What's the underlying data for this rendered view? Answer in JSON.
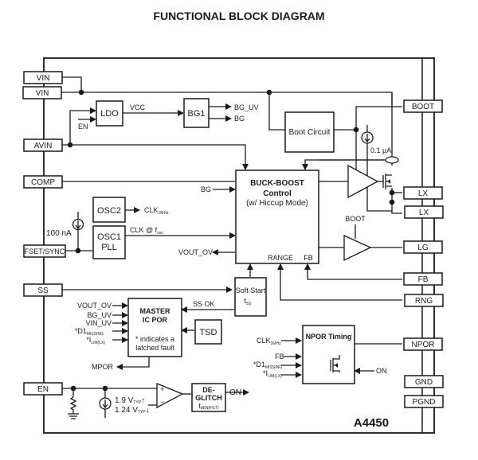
{
  "title": "FUNCTIONAL BLOCK DIAGRAM",
  "part_number": "A4450",
  "pins": {
    "vin1": "VIN",
    "vin2": "VIN",
    "avin": "AVIN",
    "comp": "COMP",
    "fset": "FSET/SYNC",
    "ss": "SS",
    "en": "EN",
    "boot": "BOOT",
    "lx1": "LX",
    "lx2": "LX",
    "lg": "LG",
    "fb": "FB",
    "rng": "RNG",
    "npor": "NPOR",
    "gnd": "GND",
    "pgnd": "PGND"
  },
  "blocks": {
    "ldo": "LDO",
    "bg1": "BG1",
    "boot_circuit": "Boot Circuit",
    "osc2": "OSC2",
    "osc1_line1": "OSC1",
    "osc1_line2": "PLL",
    "buck_boost_line1": "BUCK-BOOST",
    "buck_boost_line2": "Control",
    "buck_boost_line3": "(w/ Hiccup Mode)",
    "soft_start_line1": "Soft Start",
    "soft_start_sym": "t",
    "soft_start_sub": "SS",
    "master_line1": "MASTER",
    "master_line2": "IC POR",
    "master_note1": "* indicates a",
    "master_note2": "latched fault",
    "tsd": "TSD",
    "npor_timing": "NPOR Timing",
    "deglitch_line1": "DE-",
    "deglitch_line2": "GLITCH",
    "deglitch_sym": "t",
    "deglitch_sub": "dEN(FILT)"
  },
  "signals": {
    "vcc": "VCC",
    "en_ldo": "EN",
    "bg_uv": "BG_UV",
    "bg": "BG",
    "bg_in": "BG",
    "current_boot": "0.1 µA",
    "boot_lg": "BOOT",
    "clk1mhz": "CLK",
    "clk1mhz_sub": "1MHz",
    "clk_fosc": "CLK @ f",
    "clk_fosc_sub": "osc",
    "current_fset": "100 nA",
    "vout_ov_out": "VOUT_OV",
    "range": "RANGE",
    "fb_in": "FB",
    "ss_ok": "SS OK",
    "vout_ov": "VOUT_OV",
    "bg_uv_in": "BG_UV",
    "vin_uv": "VIN_UV",
    "d1": "*D1",
    "d1_sub": "MISSING",
    "ilim": "*I",
    "ilim_sub": "LIM(LX)",
    "mpor": "MPOR",
    "npor_clk": "CLK",
    "npor_clk_sub": "1MHz",
    "npor_fb": "FB",
    "npor_d1": "*D1",
    "npor_d1_sub": "MISSING",
    "npor_ilim": "*I",
    "npor_ilim_sub": "LIM(LX)",
    "npor_on": "ON",
    "thresh_hi": "1.9 V",
    "thresh_hi_sub": "TYP",
    "thresh_hi_arrow": "↑",
    "thresh_lo": "1.24 V",
    "thresh_lo_sub": "TYP",
    "thresh_lo_arrow": "↓",
    "comp_plus": "+",
    "comp_minus": "−",
    "on_out": "ON"
  }
}
